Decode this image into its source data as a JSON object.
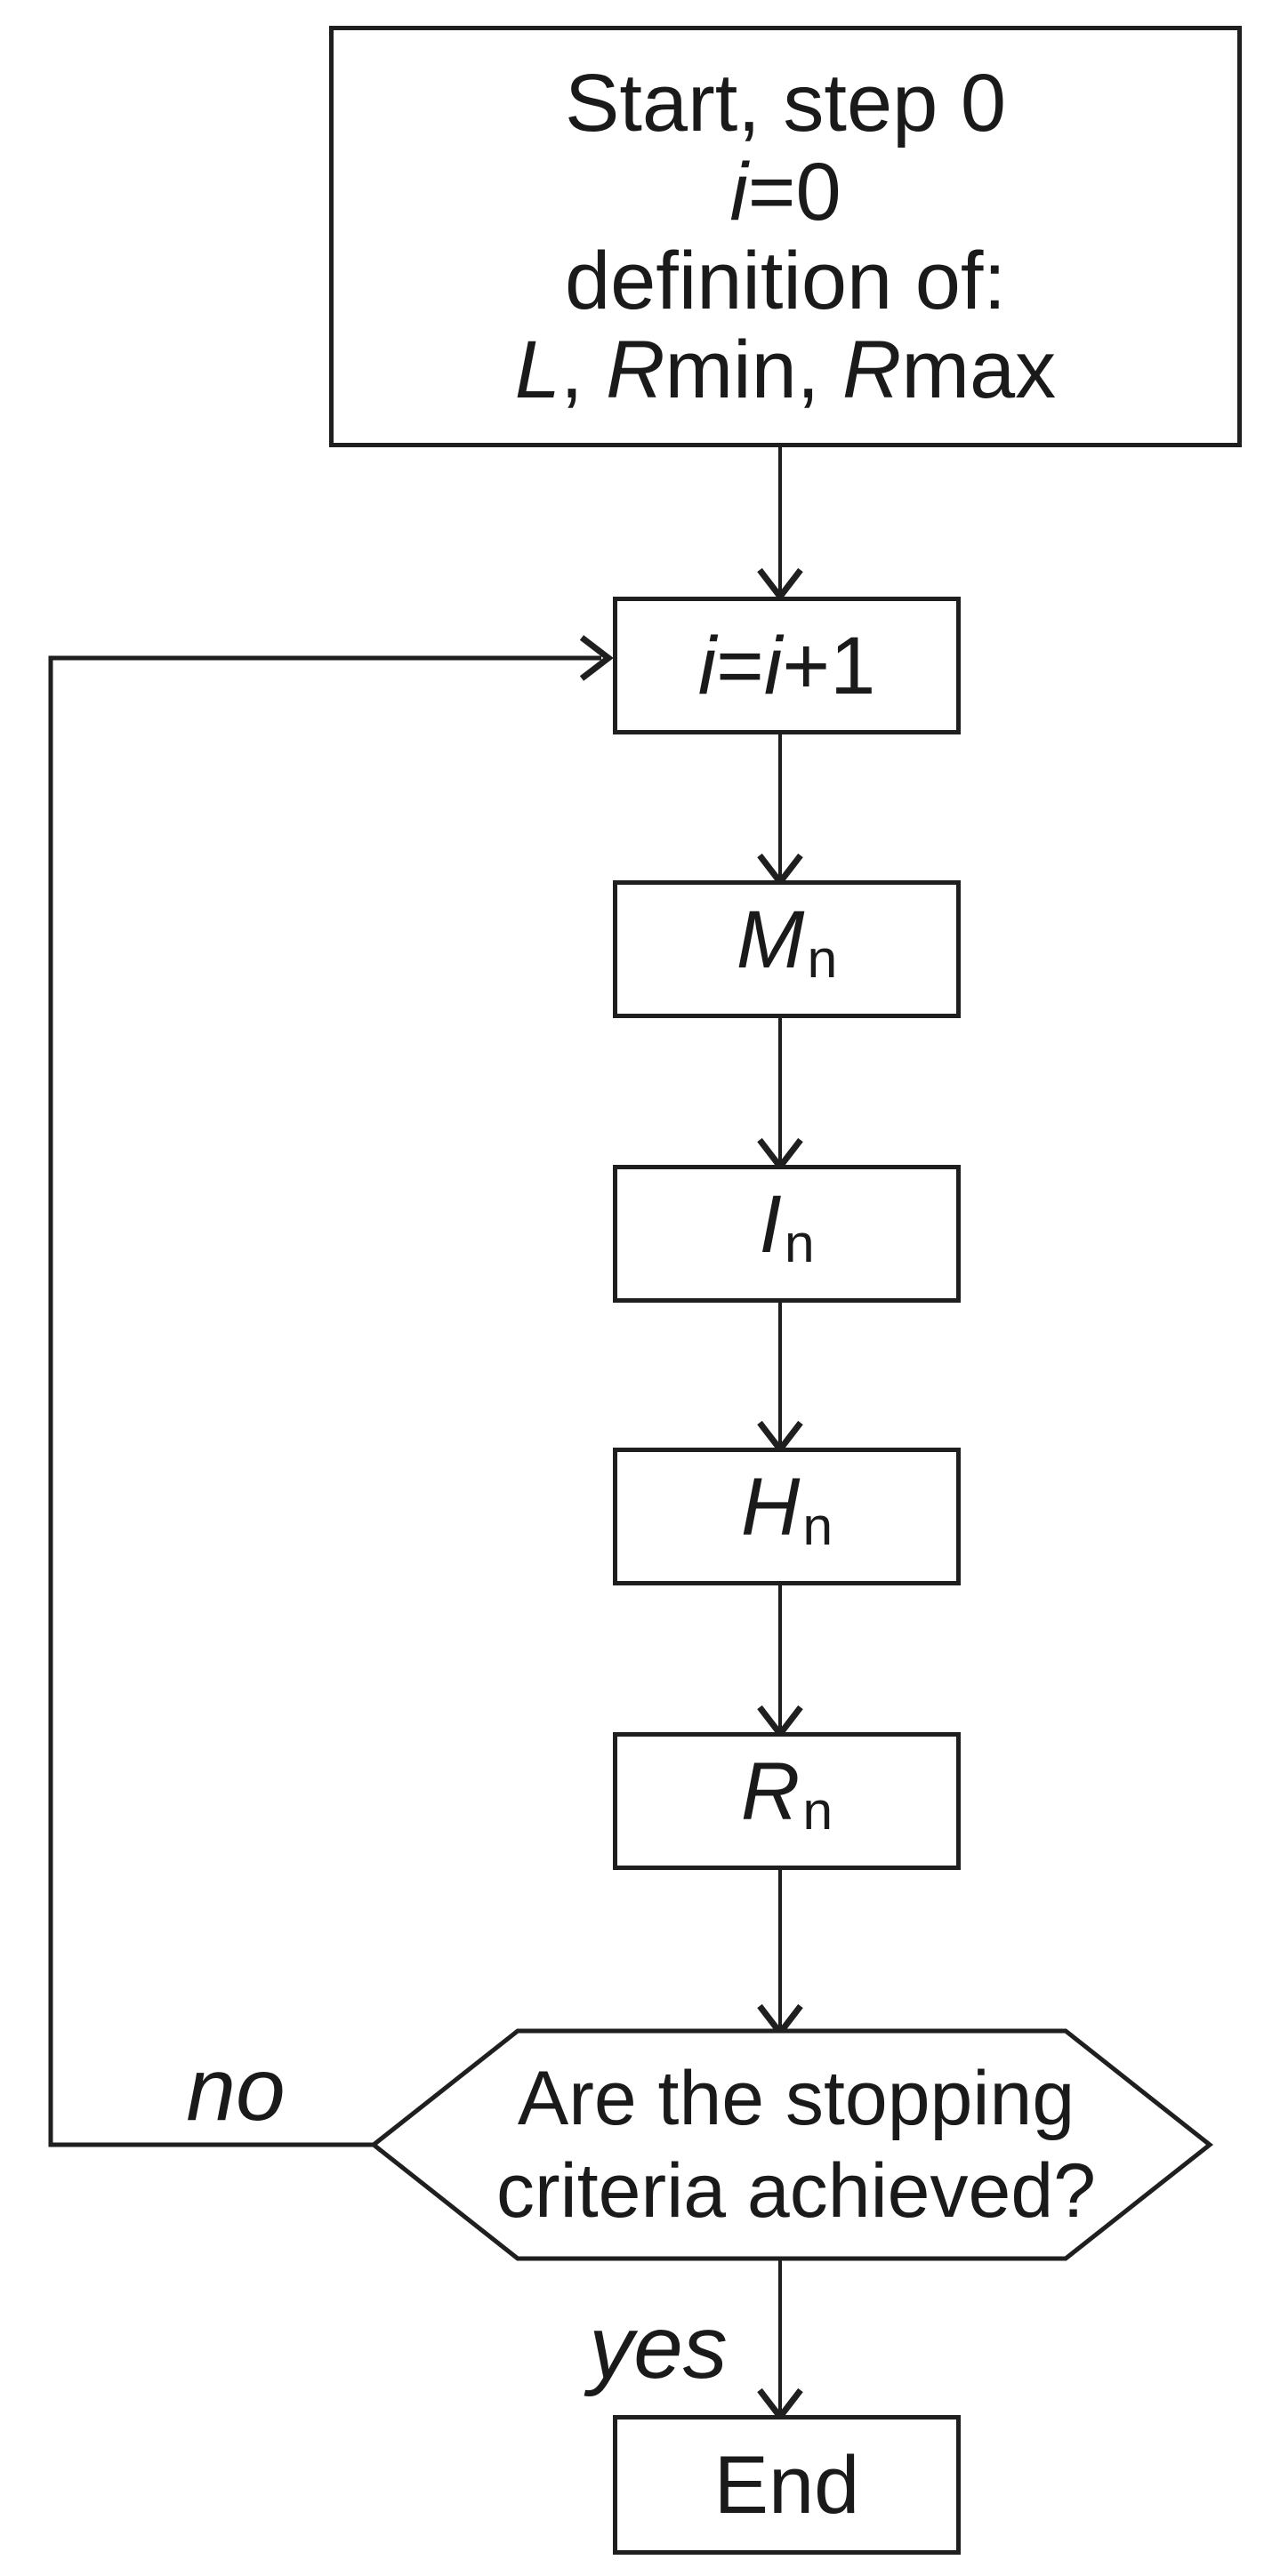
{
  "diagram": {
    "type": "flowchart",
    "background_color": "#ffffff",
    "stroke_color": "#1f1f1f",
    "text_color": "#1a1a1a",
    "nodes": [
      {
        "id": "start",
        "shape": "rectangle",
        "lines": [
          [
            {
              "t": "Start, step 0"
            }
          ],
          [
            {
              "t": "i",
              "style": "italic"
            },
            {
              "t": "=0"
            }
          ],
          [
            {
              "t": "definition of:"
            }
          ],
          [
            {
              "t": "L",
              "style": "italic"
            },
            {
              "t": ", "
            },
            {
              "t": "R",
              "style": "italic"
            },
            {
              "t": "min, "
            },
            {
              "t": "R",
              "style": "italic"
            },
            {
              "t": "max"
            }
          ]
        ]
      },
      {
        "id": "increment",
        "shape": "rectangle",
        "lines": [
          [
            {
              "t": "i",
              "style": "italic"
            },
            {
              "t": "="
            },
            {
              "t": "i",
              "style": "italic"
            },
            {
              "t": "+1"
            }
          ]
        ]
      },
      {
        "id": "m-step",
        "shape": "rectangle",
        "lines": [
          [
            {
              "t": "M",
              "style": "italic"
            },
            {
              "t": "n",
              "style": "sub"
            }
          ]
        ]
      },
      {
        "id": "i-step",
        "shape": "rectangle",
        "lines": [
          [
            {
              "t": "I",
              "style": "italic"
            },
            {
              "t": "n",
              "style": "sub"
            }
          ]
        ]
      },
      {
        "id": "h-step",
        "shape": "rectangle",
        "lines": [
          [
            {
              "t": "H",
              "style": "italic"
            },
            {
              "t": "n",
              "style": "sub"
            }
          ]
        ]
      },
      {
        "id": "r-step",
        "shape": "rectangle",
        "lines": [
          [
            {
              "t": "R",
              "style": "italic"
            },
            {
              "t": "n",
              "style": "sub"
            }
          ]
        ]
      },
      {
        "id": "decision",
        "shape": "hexagon",
        "lines": [
          [
            {
              "t": "Are the stopping"
            }
          ],
          [
            {
              "t": "criteria achieved?"
            }
          ]
        ]
      },
      {
        "id": "end",
        "shape": "rectangle",
        "lines": [
          [
            {
              "t": "End"
            }
          ]
        ]
      }
    ],
    "edge_labels": {
      "no": "no",
      "yes": "yes"
    }
  }
}
